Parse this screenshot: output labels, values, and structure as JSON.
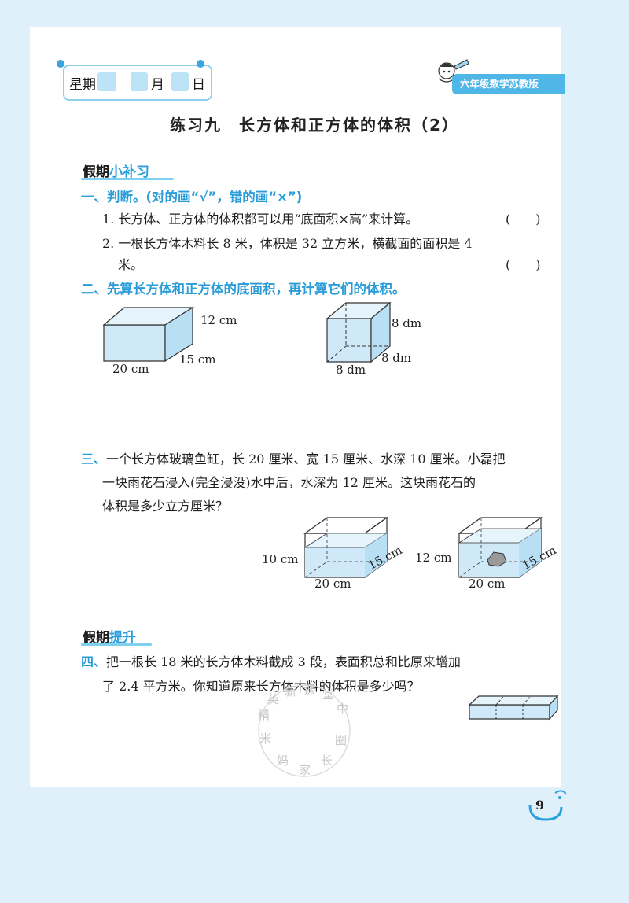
{
  "header": {
    "date_label_week": "星期",
    "date_label_month": "月",
    "date_label_day": "日",
    "grade_tag": "六年级数学苏教版"
  },
  "title": "练习九　长方体和正方体的体积（2）",
  "section1": {
    "tag_dark": "假期",
    "tag_blue": "小补习"
  },
  "q1": {
    "heading": "一、判断。(对的画“√”，错的画“×”)",
    "items": [
      {
        "num": "1.",
        "text": "长方体、正方体的体积都可以用“底面积×高”来计算。",
        "paren": "(　　)"
      },
      {
        "num": "2.",
        "text": "一根长方体木料长 8 米，体积是 32 立方米，横截面的面积是 4",
        "text2": "米。",
        "paren": "(　　)"
      }
    ]
  },
  "q2": {
    "heading": "二、先算长方体和正方体的底面积，再计算它们的体积。",
    "cuboid": {
      "height": "12 cm",
      "width": "15 cm",
      "length": "20 cm"
    },
    "cube": {
      "height": "8 dm",
      "width": "8 dm",
      "length": "8 dm"
    }
  },
  "q3": {
    "lines": [
      "三、一个长方体玻璃鱼缸，长 20 厘米、宽 15 厘米、水深 10 厘米。小磊把",
      "一块雨花石浸入(完全浸没)水中后，水深为 12 厘米。这块雨花石的",
      "体积是多少立方厘米？"
    ],
    "tank1": {
      "depth": "10 cm",
      "length": "20 cm",
      "width": "15 cm"
    },
    "tank2": {
      "depth": "12 cm",
      "length": "20 cm",
      "width": "15 cm"
    }
  },
  "section2": {
    "tag_dark": "假期",
    "tag_blue": "提升"
  },
  "q4": {
    "lines": [
      "四、把一根长 18 米的长方体木料截成 3 段，表面积总和比原来增加",
      "了 2.4 平方米。你知道原来长方体木料的体积是多少吗？"
    ]
  },
  "watermark": {
    "chars": [
      "精",
      "英",
      "新",
      "课",
      "堂",
      "中",
      "米",
      "妈",
      "家",
      "长",
      "圈"
    ]
  },
  "page_number": "9",
  "colors": {
    "accent": "#2ba0dc",
    "frame": "#dff0fb",
    "box_fill": "#cfe9f8"
  }
}
